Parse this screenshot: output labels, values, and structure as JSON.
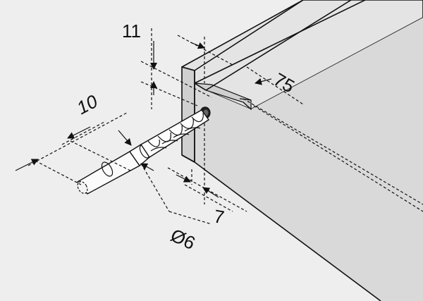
{
  "colors": {
    "background": "#eeeeee",
    "panel_front": "#d9d9d9",
    "panel_top": "#e4e4e4",
    "panel_edge": "#cfcfcf",
    "line": "#111111"
  },
  "dimensions": {
    "top_gap": "11",
    "back_offset": "75",
    "drill_depth": "10",
    "edge_offset": "7",
    "drill_diameter": "Ø6"
  }
}
